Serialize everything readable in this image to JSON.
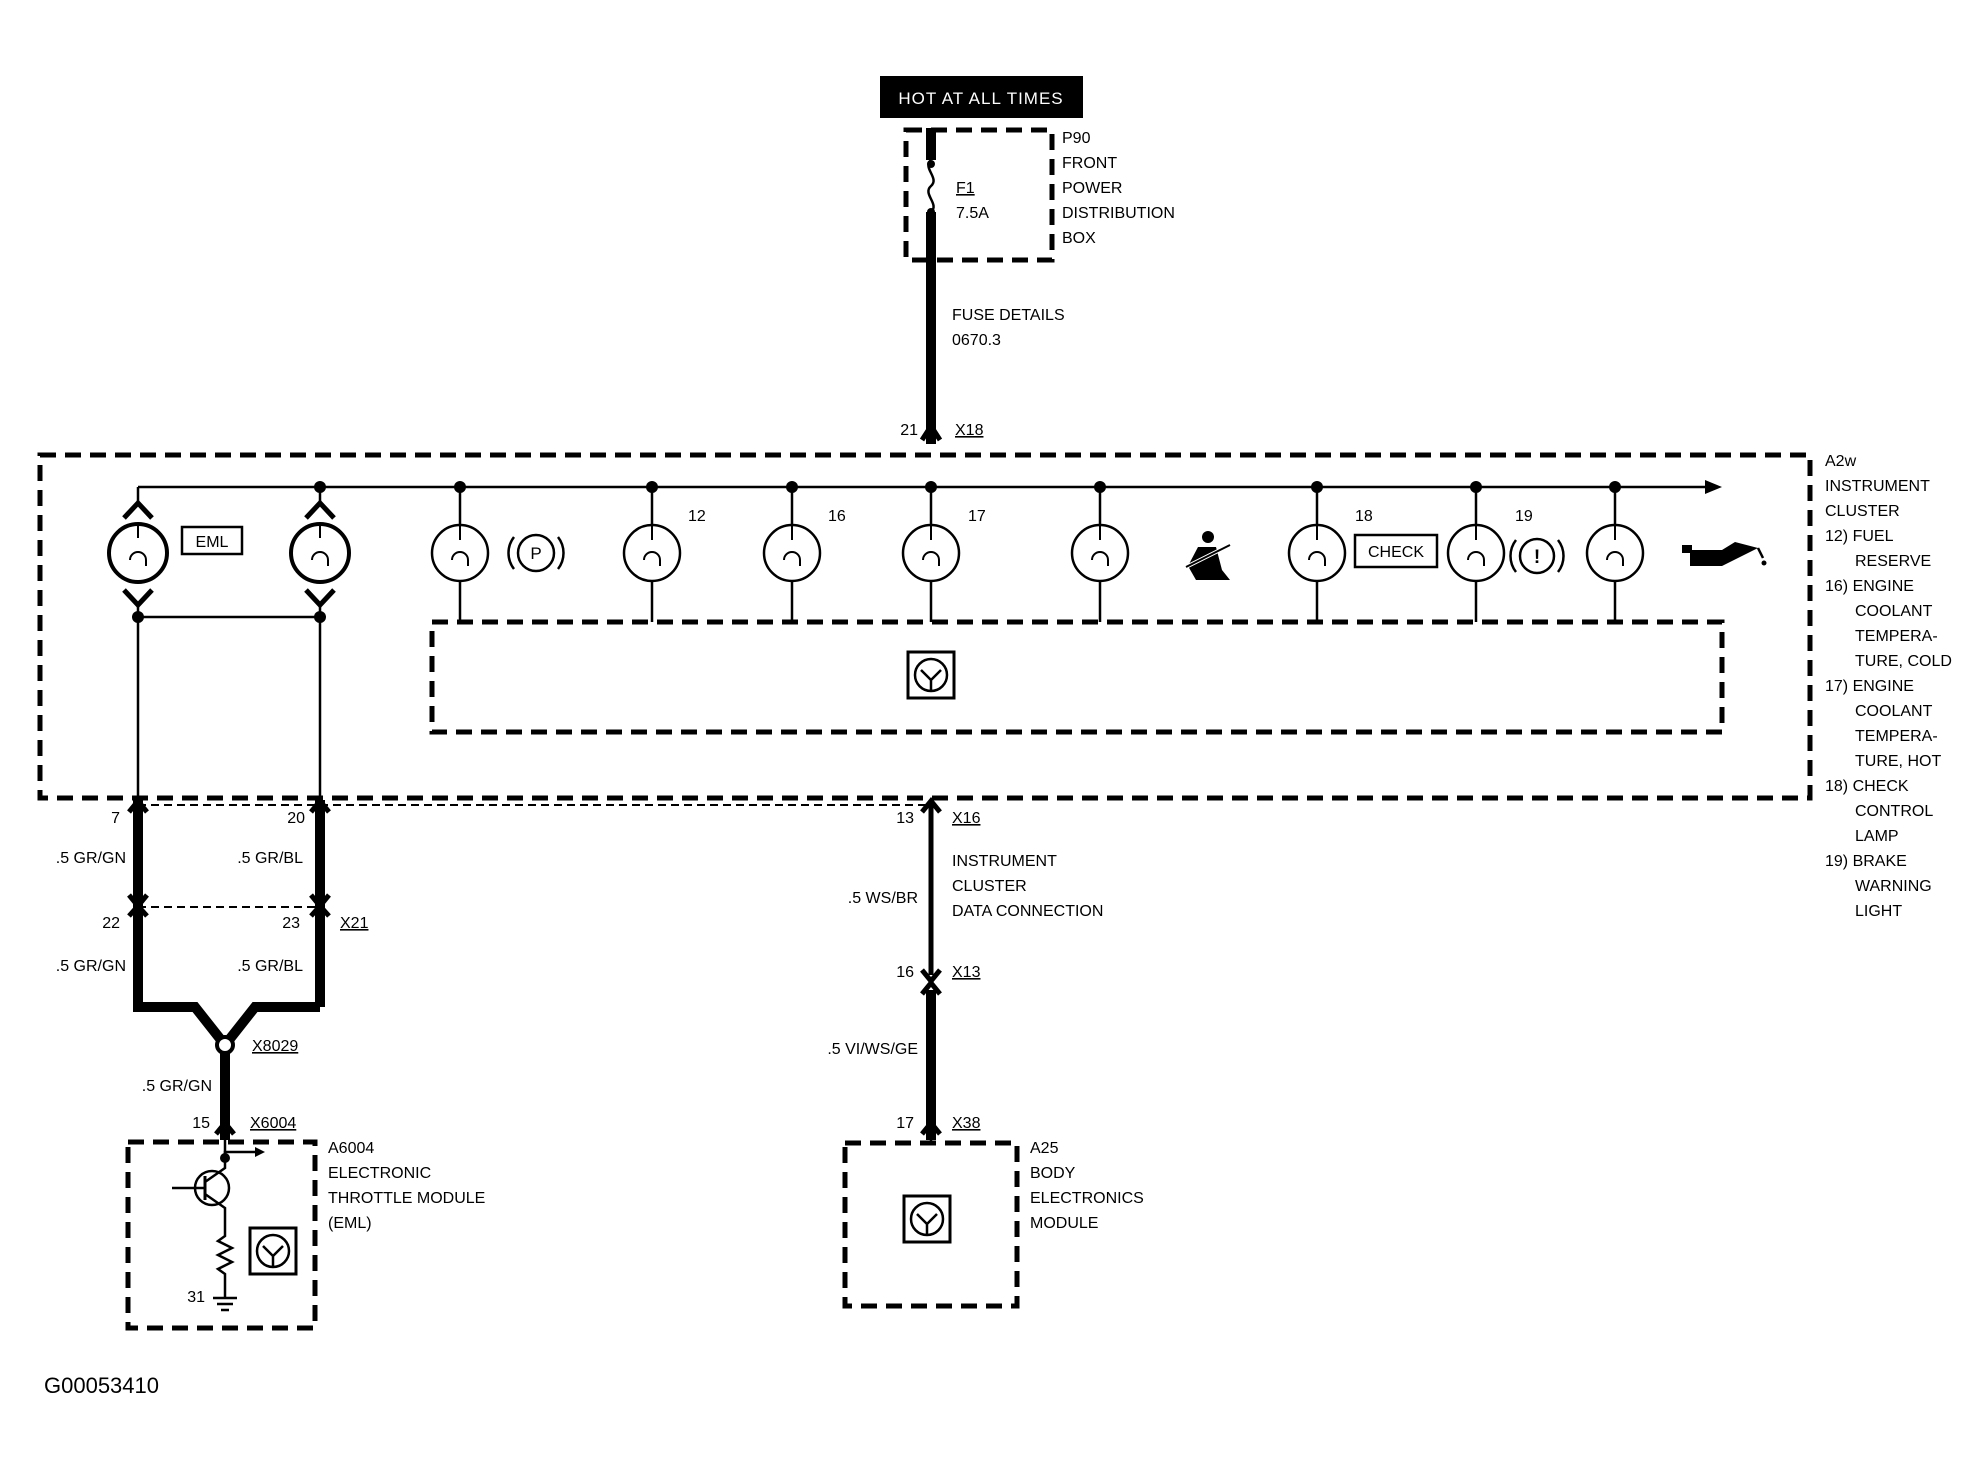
{
  "header": {
    "hot_label": "HOT AT ALL TIMES"
  },
  "fuse_box": {
    "id": "P90",
    "lines": [
      "FRONT",
      "POWER",
      "DISTRIBUTION",
      "BOX"
    ],
    "fuse_name": "F1",
    "fuse_rating": "7.5A",
    "details_lines": [
      "FUSE DETAILS",
      "0670.3"
    ]
  },
  "cluster": {
    "top_pin": "21",
    "top_connector": "X18",
    "id": "A2w",
    "legend": [
      "INSTRUMENT",
      "CLUSTER",
      "12) FUEL",
      "RESERVE",
      "16) ENGINE",
      "COOLANT",
      "TEMPERA-",
      "TURE, COLD",
      "17) ENGINE",
      "COOLANT",
      "TEMPERA-",
      "TURE, HOT",
      "18) CHECK",
      "CONTROL",
      "LAMP",
      "19) BRAKE",
      "WARNING",
      "LIGHT"
    ],
    "eml_label": "EML",
    "check_label": "CHECK",
    "parking_symbol": "P",
    "brake_symbol": "!",
    "lamp_numbers": [
      "12",
      "16",
      "17",
      "18",
      "19"
    ]
  },
  "left_harness": {
    "pin_a": "7",
    "pin_b": "20",
    "wire_a_upper": ".5 GR/GN",
    "wire_b_upper": ".5 GR/BL",
    "pin_c": "22",
    "pin_d": "23",
    "connector_mid": "X21",
    "wire_a_lower": ".5 GR/GN",
    "wire_b_lower": ".5 GR/BL",
    "splice": "X8029",
    "wire_out": ".5 GR/GN",
    "pin_e": "15",
    "connector_bottom": "X6004"
  },
  "eml_module": {
    "id": "A6004",
    "lines": [
      "ELECTRONIC",
      "THROTTLE MODULE",
      "(EML)"
    ],
    "ground_pin": "31"
  },
  "center_harness": {
    "pin_top": "13",
    "connector_top": "X16",
    "desc_lines": [
      "INSTRUMENT",
      "CLUSTER",
      "DATA CONNECTION"
    ],
    "wire_upper": ".5 WS/BR",
    "pin_mid": "16",
    "connector_mid": "X13",
    "wire_lower": ".5 VI/WS/GE",
    "pin_bottom": "17",
    "connector_bottom": "X38"
  },
  "body_module": {
    "id": "A25",
    "lines": [
      "BODY",
      "ELECTRONICS",
      "MODULE"
    ]
  },
  "footer": {
    "figure_id": "G00053410"
  },
  "icons": [
    "fuse-icon",
    "lamp-icon",
    "eml-lamp-icon",
    "parking-brake-icon",
    "seatbelt-icon",
    "brake-warning-icon",
    "oil-can-icon",
    "control-unit-icon",
    "transistor-icon",
    "resistor-icon",
    "ground-icon"
  ]
}
